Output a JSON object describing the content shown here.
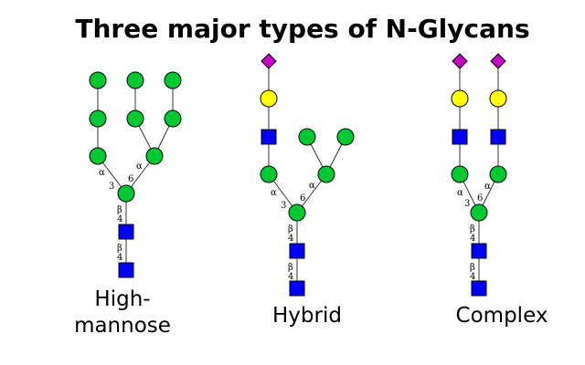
{
  "title": "Three major types of N-Glycans",
  "types": [
    {
      "name_line1": "High-",
      "name_line2": "mannose"
    },
    {
      "name": "Hybrid"
    },
    {
      "name": "Complex"
    }
  ],
  "linkages": {
    "alpha": "α",
    "beta": "β",
    "three": "3",
    "six": "6",
    "four": "4"
  },
  "colors": {
    "mannose": "#00c832",
    "galactose": "#ffff00",
    "glcnac": "#0000fa",
    "sialic_acid": "#c800c8"
  }
}
